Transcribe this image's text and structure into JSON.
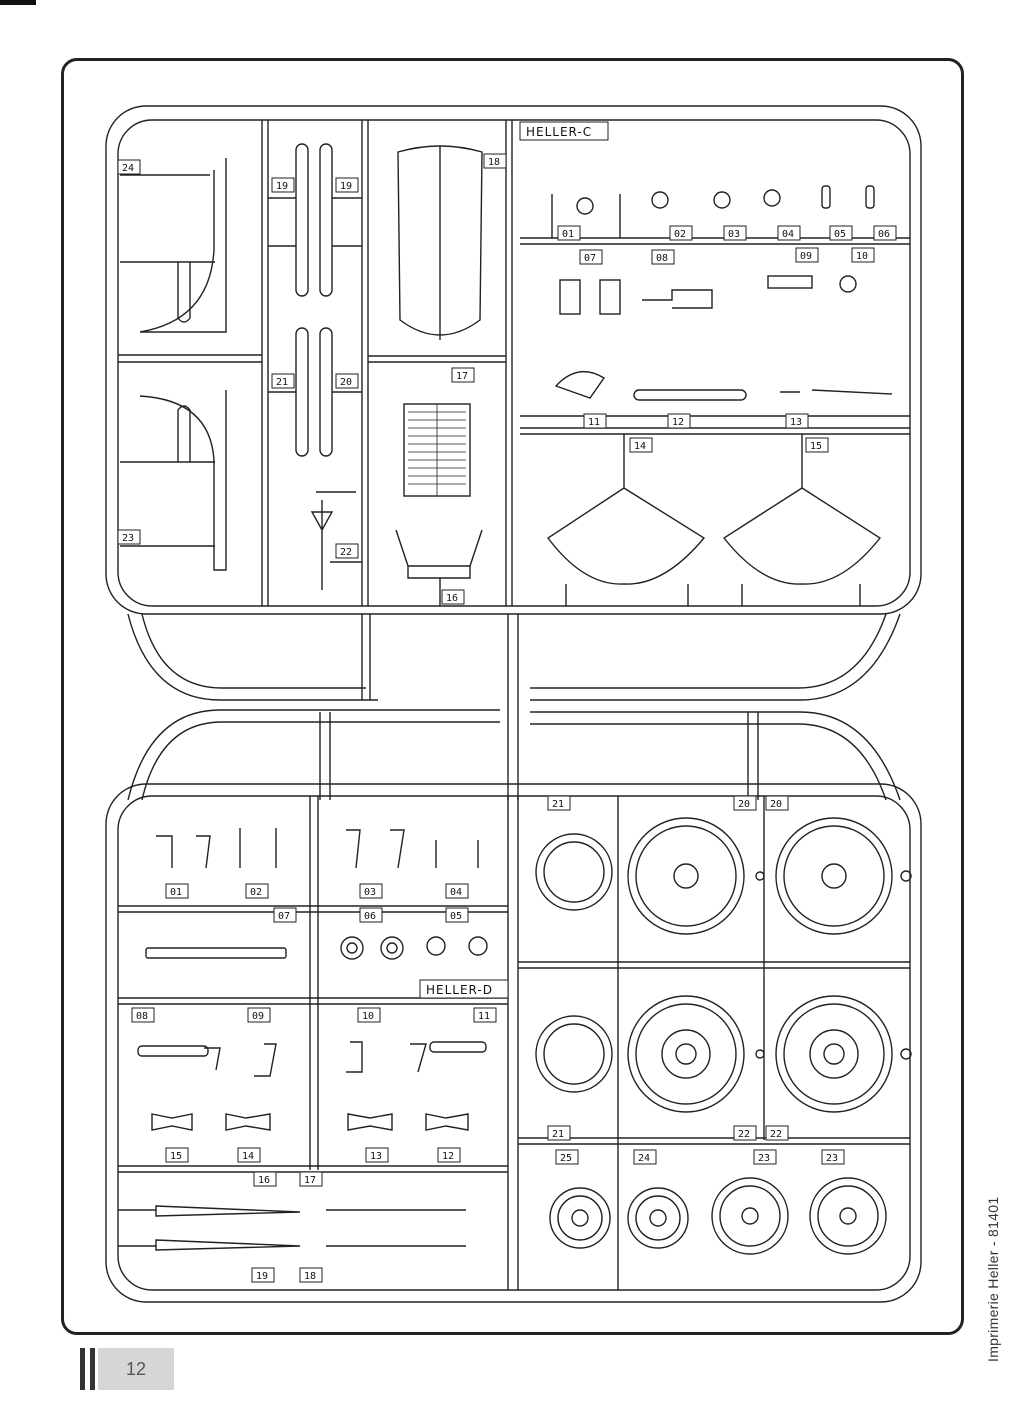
{
  "page": {
    "page_number": "12",
    "side_text": "Imprimerie Heller - 81401"
  },
  "sprue_c": {
    "brand": "HELLER-C",
    "labels": [
      "24",
      "19",
      "19",
      "18",
      "01",
      "02",
      "03",
      "04",
      "05",
      "06",
      "07",
      "08",
      "09",
      "10",
      "21",
      "20",
      "17",
      "11",
      "12",
      "13",
      "14",
      "15",
      "23",
      "22",
      "16"
    ]
  },
  "sprue_d": {
    "brand": "HELLER-D",
    "labels": [
      "01",
      "02",
      "07",
      "03",
      "04",
      "06",
      "05",
      "08",
      "09",
      "10",
      "11",
      "15",
      "14",
      "13",
      "12",
      "16",
      "17",
      "19",
      "18",
      "21",
      "20",
      "20",
      "21",
      "22",
      "22",
      "25",
      "24",
      "23",
      "23"
    ]
  }
}
